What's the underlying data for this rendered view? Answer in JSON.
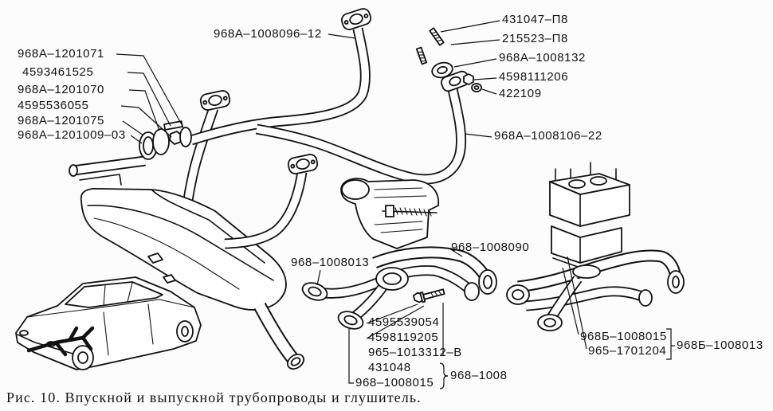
{
  "caption": "Рис. 10. Впускной и выпускной трубопроводы и глушитель.",
  "labels": {
    "front_pipe": "968А–1008096–12",
    "stud_1": "431047–П8",
    "stud_2": "215523–П8",
    "gasket_right": "968А–1008132",
    "nut_right": "4598111206",
    "washer_right": "422109",
    "rear_pipe": "968А–1008106–22",
    "clamp_1": "968А–1201071",
    "bolt_clamp": "4593461525",
    "clamp_2": "968А–1201070",
    "nut_clamp": "4595536055",
    "clamp_3": "968А–1201075",
    "muffler": "968А–1201009–03",
    "exhaust_manifold": "968–1008090",
    "intake_manifold": "968–1008013",
    "nut_manifold": "4595539054",
    "washer_manifold": "4598119205",
    "stud_manifold": "965–1013312–В",
    "washer_2": "431048",
    "gasket_manifold": "968–1008015",
    "assembly": "968–1008",
    "gasket_b": "968Б–1008015",
    "gasket_carb": "965–1701204",
    "assembly_b": "968Б–1008013"
  }
}
